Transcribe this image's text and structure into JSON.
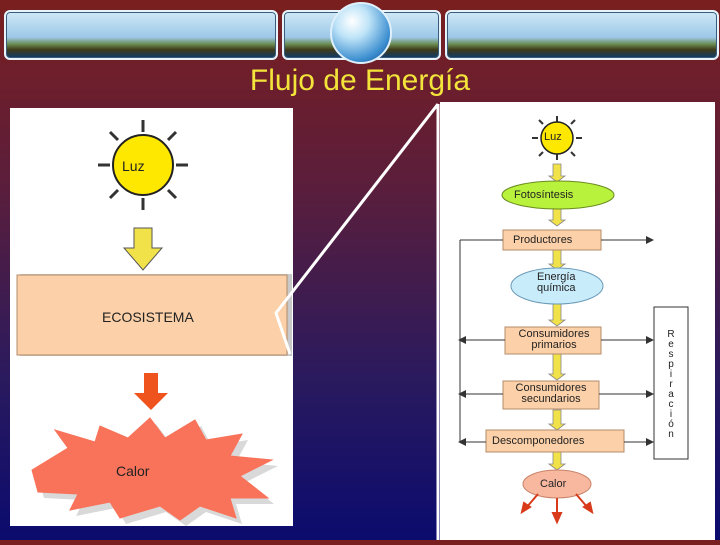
{
  "slide": {
    "title": "Flujo de Energía"
  },
  "left_diagram": {
    "sun_label": "Luz",
    "ecosystem_label": "ECOSISTEMA",
    "heat_label": "Calor"
  },
  "right_diagram": {
    "sun_label": "Luz",
    "photosynthesis": "Fotosíntesis",
    "producers": "Productores",
    "chemical_energy_line1": "Energía",
    "chemical_energy_line2": "química",
    "primary_consumers_line1": "Consumidores",
    "primary_consumers_line2": "primarios",
    "secondary_consumers_line1": "Consumidores",
    "secondary_consumers_line2": "secundarios",
    "decomposers": "Descomponedores",
    "heat": "Calor",
    "respiration_letters": [
      "R",
      "e",
      "s",
      "p",
      "i",
      "r",
      "a",
      "c",
      "i",
      "ó",
      "n"
    ]
  },
  "colors": {
    "title": "#f2e43a",
    "sun": "#ffe800",
    "ecosystem_fill": "#fcd0a8",
    "heat_fill": "#f8735a",
    "green_oval": "#b9f23c",
    "blue_oval": "#c9ecfb"
  }
}
